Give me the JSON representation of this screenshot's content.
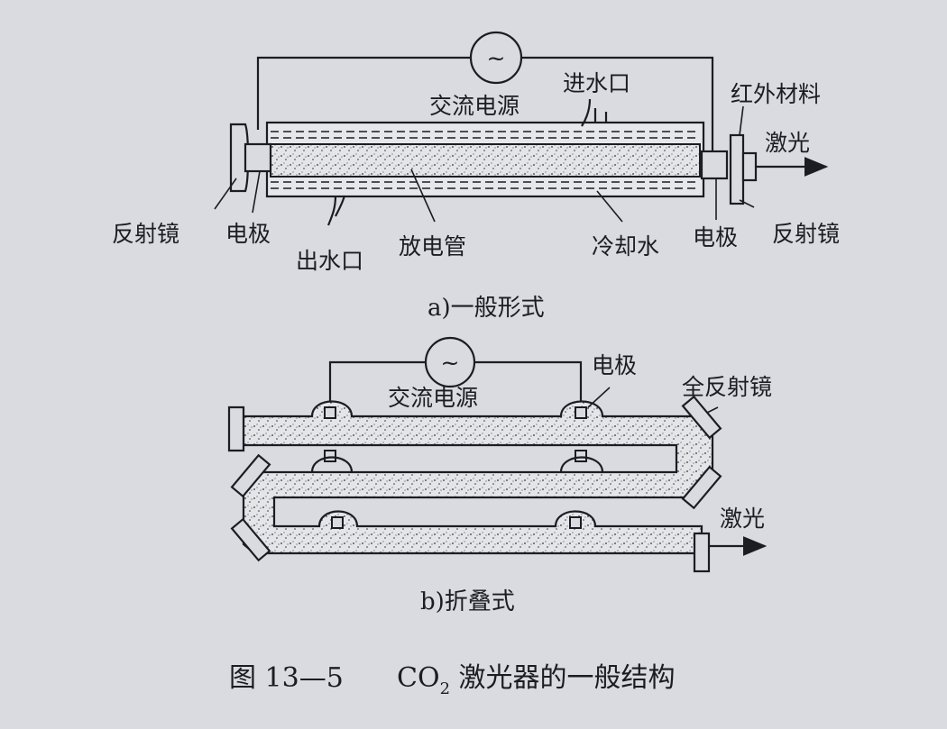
{
  "diagram_a": {
    "labels": {
      "ac_power": "交流电源",
      "water_inlet": "进水口",
      "ir_material": "红外材料",
      "laser_out": "激光",
      "reflector_left": "反射镜",
      "electrode_left": "电极",
      "water_outlet": "出水口",
      "discharge_tube": "放电管",
      "cooling_water": "冷却水",
      "electrode_right": "电极",
      "reflector_right": "反射镜"
    },
    "ac_symbol": "~",
    "caption": "a)一般形式"
  },
  "diagram_b": {
    "labels": {
      "ac_power": "交流电源",
      "electrode": "电极",
      "total_reflector": "全反射镜",
      "laser_out": "激光"
    },
    "ac_symbol": "~",
    "caption": "b)折叠式"
  },
  "figure_caption": {
    "number": "图 13—5",
    "title_prefix": "CO",
    "subscript": "2",
    "title_suffix": " 激光器的一般结构"
  }
}
